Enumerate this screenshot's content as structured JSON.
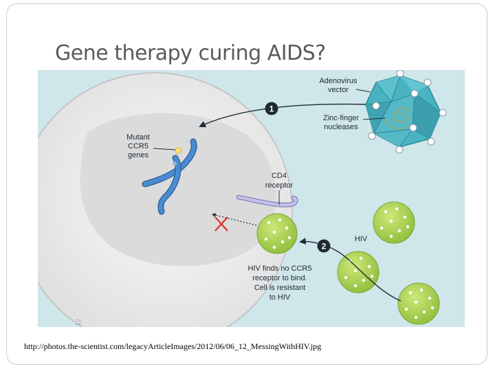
{
  "slide": {
    "title": "Gene therapy curing AIDS?",
    "source_url": "http://photos.the-scientist.com/legacyArticleImages/2012/06/06_12_MessingWithHIV.jpg"
  },
  "figure": {
    "labels": {
      "adenovirus_line1": "Adenovirus",
      "adenovirus_line2": "vector",
      "zinc_line1": "Zinc-finger",
      "zinc_line2": "nucleases",
      "mutant_line1": "Mutant",
      "mutant_line2": "CCR5",
      "mutant_line3": "genes",
      "cd4_line1": "CD4",
      "cd4_line2": "receptor",
      "hiv": "HIV",
      "caption_line1": "HIV finds no CCR5",
      "caption_line2": "receptor to bind.",
      "caption_line3": "Cell is resistant",
      "caption_line4": "to HIV",
      "step1": "1",
      "step2": "2",
      "side_text": "12"
    },
    "colors": {
      "background": "#cfe6ea",
      "cell": "#f1f1f1",
      "nucleus": "#dbdbdb",
      "chromosome": "#3f7fc2",
      "virus": "#a9d24e",
      "adenovirus": "#49b3c2",
      "cd4": "#b8b6dd",
      "block": "#e03030"
    }
  }
}
